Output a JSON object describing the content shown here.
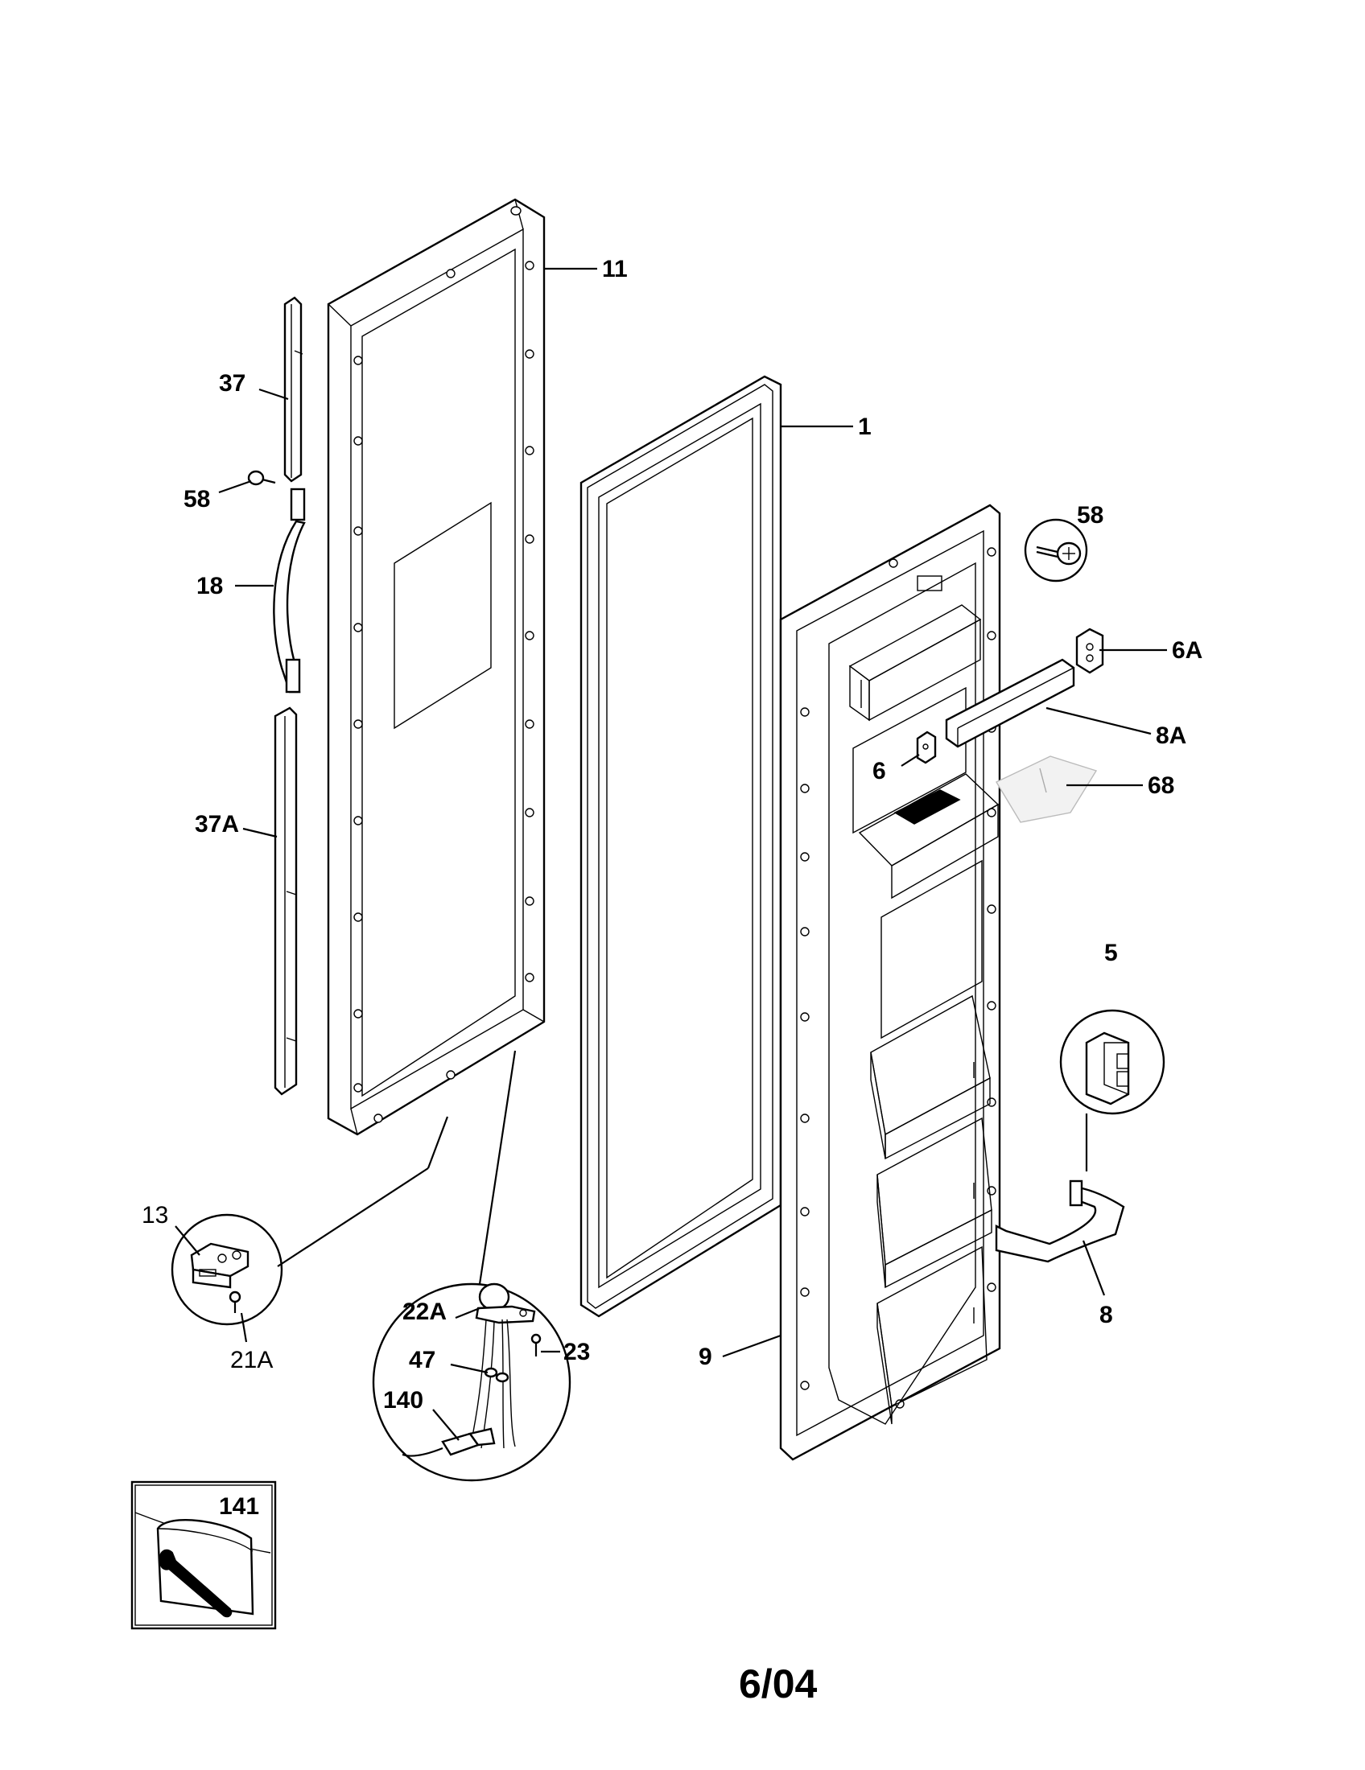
{
  "diagram": {
    "callouts": [
      {
        "id": "11",
        "text": "11"
      },
      {
        "id": "1",
        "text": "1"
      },
      {
        "id": "37",
        "text": "37"
      },
      {
        "id": "58a",
        "text": "58"
      },
      {
        "id": "18",
        "text": "18"
      },
      {
        "id": "37A",
        "text": "37A"
      },
      {
        "id": "58b",
        "text": "58"
      },
      {
        "id": "6A",
        "text": "6A"
      },
      {
        "id": "8A",
        "text": "8A"
      },
      {
        "id": "6",
        "text": "6"
      },
      {
        "id": "68",
        "text": "68"
      },
      {
        "id": "5",
        "text": "5"
      },
      {
        "id": "8",
        "text": "8"
      },
      {
        "id": "9",
        "text": "9"
      },
      {
        "id": "13",
        "text": "13"
      },
      {
        "id": "21A",
        "text": "21A"
      },
      {
        "id": "22A",
        "text": "22A"
      },
      {
        "id": "47",
        "text": "47"
      },
      {
        "id": "23",
        "text": "23"
      },
      {
        "id": "140",
        "text": "140"
      },
      {
        "id": "141",
        "text": "141"
      }
    ],
    "date_stamp": "6/04"
  }
}
